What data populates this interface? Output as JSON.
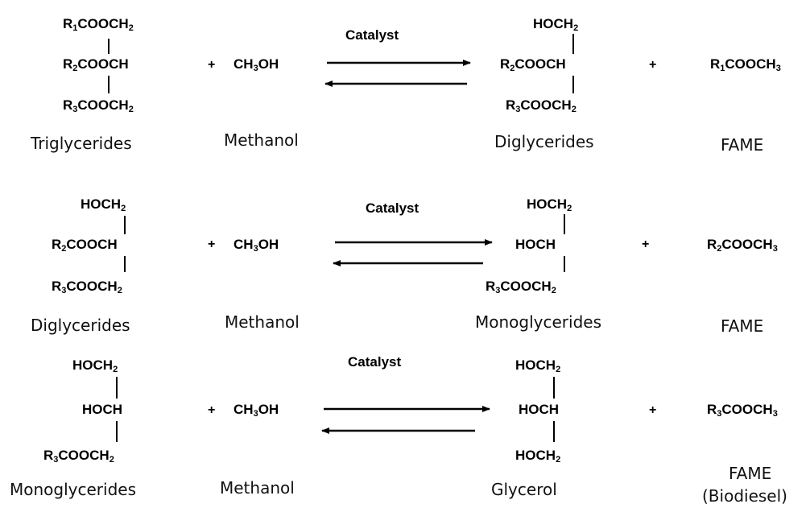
{
  "labels": {
    "triglycerides": "Triglycerides",
    "methanol": "Methanol",
    "diglycerides": "Diglycerides",
    "monoglycerides": "Monoglycerides",
    "glycerol": "Glycerol",
    "fame": "FAME",
    "biodiesel": "(Biodiesel)",
    "catalyst": "Catalyst",
    "plus": "+"
  },
  "reactions": [
    {
      "reactant1": [
        {
          "parts": [
            [
              "R",
              ""
            ],
            [
              "1",
              "sub"
            ],
            [
              "COOCH",
              ""
            ],
            [
              "2",
              "sub"
            ]
          ]
        },
        {
          "parts": [
            [
              "R",
              ""
            ],
            [
              "2",
              "sub"
            ],
            [
              "COOCH",
              ""
            ]
          ]
        },
        {
          "parts": [
            [
              "R",
              ""
            ],
            [
              "3",
              "sub"
            ],
            [
              "COOCH",
              ""
            ],
            [
              "2",
              "sub"
            ]
          ]
        }
      ],
      "reactant2": {
        "parts": [
          [
            "CH",
            ""
          ],
          [
            "3",
            "sub"
          ],
          [
            "OH",
            ""
          ]
        ]
      },
      "product1": [
        {
          "parts": [
            [
              "HOCH",
              ""
            ],
            [
              "2",
              "sub"
            ]
          ]
        },
        {
          "parts": [
            [
              "R",
              ""
            ],
            [
              "2",
              "sub"
            ],
            [
              "COOCH",
              ""
            ]
          ]
        },
        {
          "parts": [
            [
              "R",
              ""
            ],
            [
              "3",
              "sub"
            ],
            [
              "COOCH",
              ""
            ],
            [
              "2",
              "sub"
            ]
          ]
        }
      ],
      "product2": {
        "parts": [
          [
            "R",
            ""
          ],
          [
            "1",
            "sub"
          ],
          [
            "COOCH",
            ""
          ],
          [
            "3",
            "sub"
          ]
        ]
      }
    },
    {
      "reactant1": [
        {
          "parts": [
            [
              "HOCH",
              ""
            ],
            [
              "2",
              "sub"
            ]
          ]
        },
        {
          "parts": [
            [
              "R",
              ""
            ],
            [
              "2",
              "sub"
            ],
            [
              "COOCH",
              ""
            ]
          ]
        },
        {
          "parts": [
            [
              "R",
              ""
            ],
            [
              "3",
              "sub"
            ],
            [
              "COOCH",
              ""
            ],
            [
              "2",
              "sub"
            ]
          ]
        }
      ],
      "reactant2": {
        "parts": [
          [
            "CH",
            ""
          ],
          [
            "3",
            "sub"
          ],
          [
            "OH",
            ""
          ]
        ]
      },
      "product1": [
        {
          "parts": [
            [
              "HOCH",
              ""
            ],
            [
              "2",
              "sub"
            ]
          ]
        },
        {
          "parts": [
            [
              "HOCH",
              ""
            ]
          ]
        },
        {
          "parts": [
            [
              "R",
              ""
            ],
            [
              "3",
              "sub"
            ],
            [
              "COOCH",
              ""
            ],
            [
              "2",
              "sub"
            ]
          ]
        }
      ],
      "product2": {
        "parts": [
          [
            "R",
            ""
          ],
          [
            "2",
            "sub"
          ],
          [
            "COOCH",
            ""
          ],
          [
            "3",
            "sub"
          ]
        ]
      }
    },
    {
      "reactant1": [
        {
          "parts": [
            [
              "HOCH",
              ""
            ],
            [
              "2",
              "sub"
            ]
          ]
        },
        {
          "parts": [
            [
              "HOCH",
              ""
            ]
          ]
        },
        {
          "parts": [
            [
              "R",
              ""
            ],
            [
              "3",
              "sub"
            ],
            [
              "COOCH",
              ""
            ],
            [
              "2",
              "sub"
            ]
          ]
        }
      ],
      "reactant2": {
        "parts": [
          [
            "CH",
            ""
          ],
          [
            "3",
            "sub"
          ],
          [
            "OH",
            ""
          ]
        ]
      },
      "product1": [
        {
          "parts": [
            [
              "HOCH",
              ""
            ],
            [
              "2",
              "sub"
            ]
          ]
        },
        {
          "parts": [
            [
              "HOCH",
              ""
            ]
          ]
        },
        {
          "parts": [
            [
              "HOCH",
              ""
            ],
            [
              "2",
              "sub"
            ]
          ]
        }
      ],
      "product2": {
        "parts": [
          [
            "R",
            ""
          ],
          [
            "3",
            "sub"
          ],
          [
            "COOCH",
            ""
          ],
          [
            "3",
            "sub"
          ]
        ]
      }
    }
  ]
}
